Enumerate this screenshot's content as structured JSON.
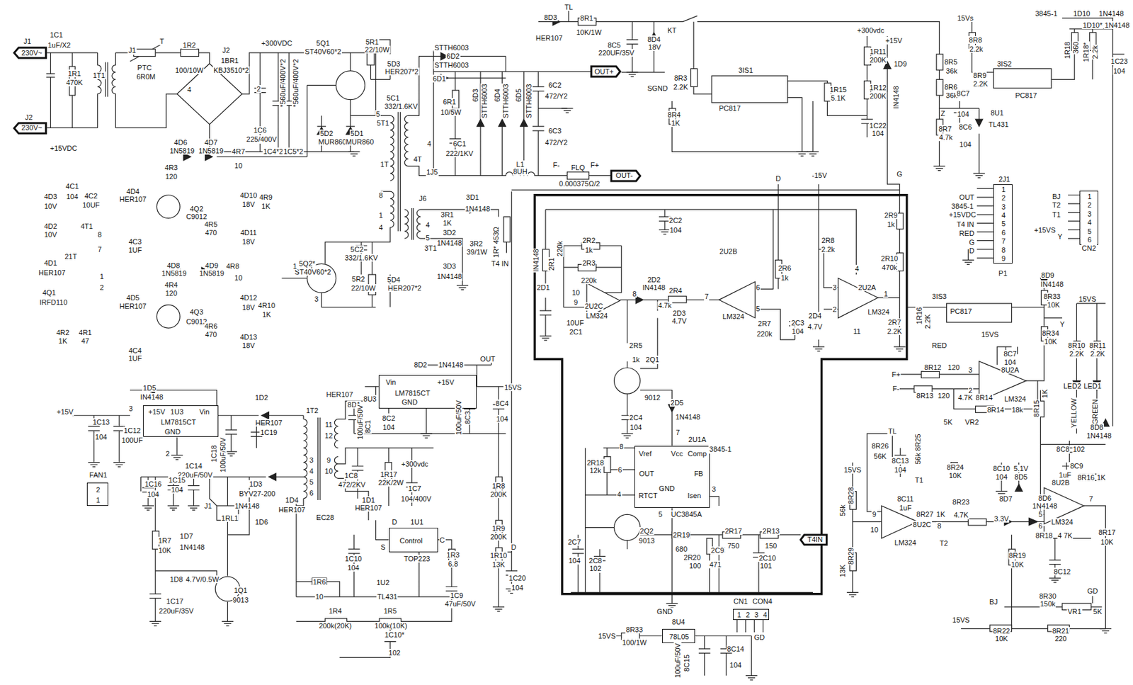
{
  "diagram": {
    "nodes": [
      {
        "text": [
          "230V~"
        ]
      },
      {
        "text": [
          "230V~"
        ]
      },
      {
        "text": [
          "OUT+"
        ]
      },
      {
        "text": [
          "OUT-"
        ]
      },
      {
        "text": [
          "+15V",
          "1U3",
          "Vin",
          "LM7815CT",
          "GND"
        ]
      },
      {
        "text": [
          "Vin",
          "+15V",
          "LM7815CT",
          "GND"
        ]
      },
      {
        "text": [
          "Control"
        ]
      },
      {
        "text": [
          "Vref",
          "Vcc",
          "Comp",
          "OUT",
          "FB",
          "RTCT",
          "GND",
          "Isen"
        ]
      },
      {
        "text": [
          "78L05"
        ]
      },
      {
        "text": [
          "2",
          "1"
        ]
      },
      {
        "text": [
          "1",
          "2",
          "3",
          "4",
          "5",
          "6",
          "7",
          "8",
          "9"
        ]
      },
      {
        "text": [
          "1",
          "2",
          "3",
          "4",
          "5",
          "6"
        ]
      },
      {
        "text": [
          "1",
          "2",
          "3",
          "4"
        ]
      },
      {
        "text": [
          "T4IN"
        ]
      }
    ],
    "labels": [
      "J1",
      "1C1",
      "1uF/X2",
      "1R1",
      "470K",
      "1T1",
      "J2",
      "J1",
      "T",
      "PTC",
      "6R0M",
      "1R2",
      "100/10W",
      "J2",
      "1BR1",
      "KBJ3510*2",
      "4",
      "2",
      "+300VDC",
      "*560uF/400V*2",
      "*560uF/400V*2",
      "1C6",
      "225/400V",
      "1C4*2",
      "1C5*2",
      "5Q1",
      "ST40V60*2",
      "5R1",
      "22/10W",
      "5D3",
      "HER207*2",
      "5C1",
      "332/1.6KV",
      "5",
      "5T1",
      "5D2",
      "MUR860",
      "5D1",
      "MUR860",
      "1T",
      "8",
      "1",
      "4",
      "5C2",
      "332/1.6KV",
      "5Q2*",
      "ST40V60*2",
      "1",
      "5R2",
      "22/10W",
      "5D4",
      "HER207*2",
      "3",
      "STTH6003",
      "6D2",
      "STTH6003",
      "6D1",
      "6D3",
      "STTH6003",
      "6D4",
      "STTH6003",
      "6D5",
      "STTH6003",
      "6R1",
      "10/5W",
      "4",
      "6C1",
      "222/1KV",
      "4T",
      "1J5",
      "6C2",
      "472/Y2",
      "6C3",
      "472/Y2",
      "L1",
      "8UH",
      "F-",
      "FLQ",
      "F+",
      "0.000375Ω/2",
      "TL",
      "8D3",
      "HER107",
      "8R1",
      "10K/1W",
      "8C5",
      "220UF/35V",
      "8D4",
      "18V",
      "KT",
      "SGND",
      "8R3",
      "2.2K",
      "8R4",
      "1K",
      "3IS1",
      "PC817",
      "1R15",
      "5.1K",
      "+300vdc",
      "+15V",
      "1R11",
      "200K",
      "1D9",
      "IN4148",
      "1R12",
      "200K",
      "1C22",
      "104",
      "15Vs",
      "8R8",
      "2.2k",
      "8R5",
      "36k",
      "8R6",
      "36k",
      "8R9",
      "2.2K",
      "8C7",
      "104",
      "Z",
      "8R7",
      "4.7k",
      "8C6",
      "104",
      "8U1",
      "TL431",
      "3IS2",
      "PC817",
      "3845-1",
      "1D10",
      "1N4148",
      "1D10*",
      "1N4148",
      "1R18",
      "360",
      "1R18*",
      "2.2k",
      "1C23",
      "104",
      "2J1",
      "OUT",
      "3845-1",
      "+15VDC",
      "T4 IN",
      "RED",
      "G",
      "D",
      "P1",
      "BJ",
      "T2",
      "T1",
      "+15VS",
      "Y",
      "CN2",
      "+15VDC",
      "4D3",
      "10V",
      "4C1",
      "104",
      "4C2",
      "10UF",
      "4D2",
      "10V",
      "4T1",
      "8",
      "7",
      "21T",
      "4D1",
      "HER107",
      "1",
      "2",
      "4Q1",
      "IRFD110",
      "4R2",
      "1K",
      "4R1",
      "47",
      "4D6",
      "1N5819",
      "4D7",
      "1N5819",
      "4R7",
      "10",
      "4R3",
      "120",
      "4D4",
      "HER107",
      "4Q2",
      "C9012",
      "4R5",
      "470",
      "4C3",
      "1UF",
      "4D10",
      "18V",
      "4R9",
      "1K",
      "4D11",
      "18V",
      "4D8",
      "1N5819",
      "4D9",
      "1N5819",
      "4R8",
      "10",
      "4R4",
      "120",
      "4D5",
      "HER107",
      "4Q3",
      "C9012",
      "4R6",
      "470",
      "4C4",
      "1UF",
      "4D12",
      "18V",
      "4R10",
      "1K",
      "4D13",
      "18V",
      "J6",
      "3D1",
      "1N4148",
      "3R1",
      "1K",
      "4",
      "3T1",
      "5",
      "3D2",
      "1N4148",
      "3R2",
      "39/1W",
      "1R* 453Ω",
      "3D3",
      "1N4148",
      "T4 IN",
      "8D2",
      "1N4148",
      "OUT",
      "15VS",
      "HER107",
      "8U3",
      "8D1",
      "100uF/50V",
      "8C1",
      "8C2",
      "104",
      "100uF/50V",
      "8C3",
      "8C4",
      "104",
      "+300vdc",
      "1T2",
      "11",
      "12",
      "3",
      "4",
      "5",
      "6",
      "9",
      "10",
      "EC28",
      "1C8",
      "472/2KV",
      "1R17",
      "22K/2W",
      "1C7",
      "104/400V",
      "1D1",
      "HER107",
      "1U1",
      "D",
      "C",
      "S",
      "TOP223",
      "1C10",
      "104",
      "1R3",
      "6.8",
      "1R6",
      "10",
      "1U2",
      "TL431",
      "1C9",
      "47uF/50V",
      "1R4",
      "200k(20K)",
      "1R5",
      "100k(10K)",
      "1C10*",
      "102",
      "1R8",
      "200K",
      "1R9",
      "200K",
      "1R10",
      "13K",
      "D",
      "1C20",
      "104",
      "+15V",
      "1D5",
      "IN4148",
      "3",
      "2",
      "1C13",
      "104",
      "1C12",
      "100UF",
      "1D2",
      "HER107",
      "1C19",
      "1C18",
      "100uF/50V",
      "1C14",
      "220uF/50V",
      "1C16",
      "104",
      "1C15",
      "104",
      "FAN1",
      "1D3",
      "BYV27-200",
      "J1",
      "1RL1",
      "1N4148",
      "1D6",
      "1D4",
      "HER107",
      "1R7",
      "10K",
      "1D7",
      "1N4148",
      "1D8",
      "4.7V/0.5W",
      "1C17",
      "220uF/35V",
      "1Q1",
      "9013",
      "D",
      "-15V",
      "G",
      "2C2",
      "104",
      "2R1",
      "220k",
      "IN4148",
      "2D1",
      "2R2",
      "1k",
      "2R3",
      "220k",
      "10",
      "9",
      "8",
      "2U2C",
      "LM324",
      "10UF",
      "2C1",
      "2D2",
      "IN4148",
      "2R4",
      "4.7k",
      "2D3",
      "4.7V",
      "7",
      "2U2B",
      "LM324",
      "6",
      "5",
      "2R6",
      "1k",
      "2R7",
      "220k",
      "2C3",
      "104",
      "2D4",
      "4.7V",
      "2R8",
      "2.2k",
      "3",
      "2",
      "4",
      "11",
      "2U2A",
      "LM324",
      "1",
      "2R9",
      "1k",
      "2R10",
      "470k",
      "2R7",
      "2.2K",
      "2R5",
      "1k",
      "2Q1",
      "9012",
      "2C4",
      "104",
      "2D5",
      "1N4148",
      "8",
      "7",
      "2U1A",
      "3845-1",
      "6",
      "2R18",
      "12k",
      "4",
      "3",
      "UC3845A",
      "5",
      "2Q2",
      "9013",
      "2R19",
      "680",
      "2R17",
      "750",
      "2R13",
      "150",
      "2R20",
      "100",
      "2C9",
      "471",
      "2C10",
      "101",
      "2C7",
      "104",
      "2C8",
      "102",
      "GND",
      "15VS",
      "8R33",
      "100/1W",
      "8U4",
      "100uF/50V",
      "8C15",
      "8C14",
      "104",
      "CN1",
      "CON4",
      "GD",
      "3IS3",
      "PC817",
      "1R16",
      "2.2K",
      "RED",
      "8D9",
      "IN4148",
      "8R33",
      "10K",
      "15VS",
      "Y",
      "8R34",
      "10K",
      "8R10",
      "2.2K",
      "8R11",
      "2.2K",
      "LED2",
      "LED1",
      "YELLOW",
      "GREEN",
      "15VS",
      "8C7",
      "104",
      "8U2A",
      "F+",
      "8R12",
      "120",
      "F-",
      "8R13",
      "120",
      "3",
      "2",
      "LM324",
      "4.7K",
      "8R14",
      "8R14",
      "18k",
      "5K",
      "VR2",
      "8R15",
      "1K",
      "8D8",
      "1N4148",
      "8C8",
      "102",
      "8C9",
      "1uF",
      "8R16",
      "1K",
      "TL",
      "8R26",
      "56K",
      "8C13",
      "104",
      "56k 8R25",
      "8R24",
      "10K",
      "T1",
      "8C10",
      "104",
      "5.1V",
      "8D5",
      "8D7",
      "3.3V",
      "8D6",
      "1N4148",
      "15VS",
      "56k",
      "8R28",
      "8C11",
      "1uF",
      "9",
      "10",
      "8R27",
      "1K",
      "8U2C",
      "8",
      "LM324",
      "T2",
      "8R23",
      "4.7K",
      "8U2B",
      "5",
      "6",
      "7",
      "LM324",
      "8R18",
      "4 7K",
      "8R17",
      "10K",
      "8R19",
      "10K",
      "8C12",
      "13K",
      "8R29",
      "BJ",
      "8R30",
      "150k",
      "GD",
      "VR1",
      "5K",
      "15VS",
      "8R22",
      "10K",
      "8R21",
      "220"
    ]
  }
}
